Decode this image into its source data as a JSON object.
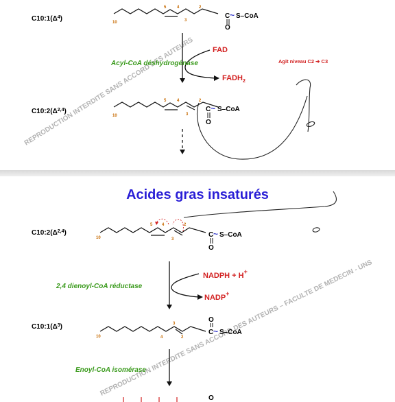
{
  "top": {
    "compound1": {
      "name": "C10:1(Δ",
      "sup": "4",
      "close": ")"
    },
    "compound2": {
      "name": "C10:2(Δ",
      "sup": "2,4",
      "close": ")"
    },
    "enzyme": "Acyl-CoA déshydrogénase",
    "cofactor_in": "FAD",
    "cofactor_out": {
      "base": "FADH",
      "sub": "2"
    },
    "note": "Agit niveau C2 ➔ C3",
    "watermark": "REPRODUCTION INTERDITE SANS ACCORD DES AUTEURS"
  },
  "bottom": {
    "title": "Acides gras insaturés",
    "compound1": {
      "name": "C10:2(Δ",
      "sup": "2,4",
      "close": ")"
    },
    "compound2": {
      "name": "C10:1(Δ",
      "sup": "3",
      "close": ")"
    },
    "enzyme1": "2,4 dienoyl-CoA réductase",
    "cofactor_in": {
      "base": "NADPH + H",
      "sup": "+"
    },
    "cofactor_out": {
      "base": "NADP",
      "sup": "+"
    },
    "enzyme2": "Enoyl-CoA isomérase",
    "watermark": "REPRODUCTION INTERDITE SANS ACCORD DES AUTEURS – FACULTE DE MEDECIN - UNS"
  },
  "chem": {
    "thioester": "S–CoA",
    "carbon": "C",
    "oxygen": "O",
    "tilde": "~",
    "carbon_numbers": {
      "c10": "10",
      "c5": "5",
      "c4": "4",
      "c3": "3",
      "c2": "2"
    }
  },
  "colors": {
    "enzyme": "#3a9a1c",
    "cofactor": "#d21f1f",
    "title": "#2a1fd6",
    "carbon_number": "#c76a00",
    "bond_link": "#2f33c9"
  }
}
